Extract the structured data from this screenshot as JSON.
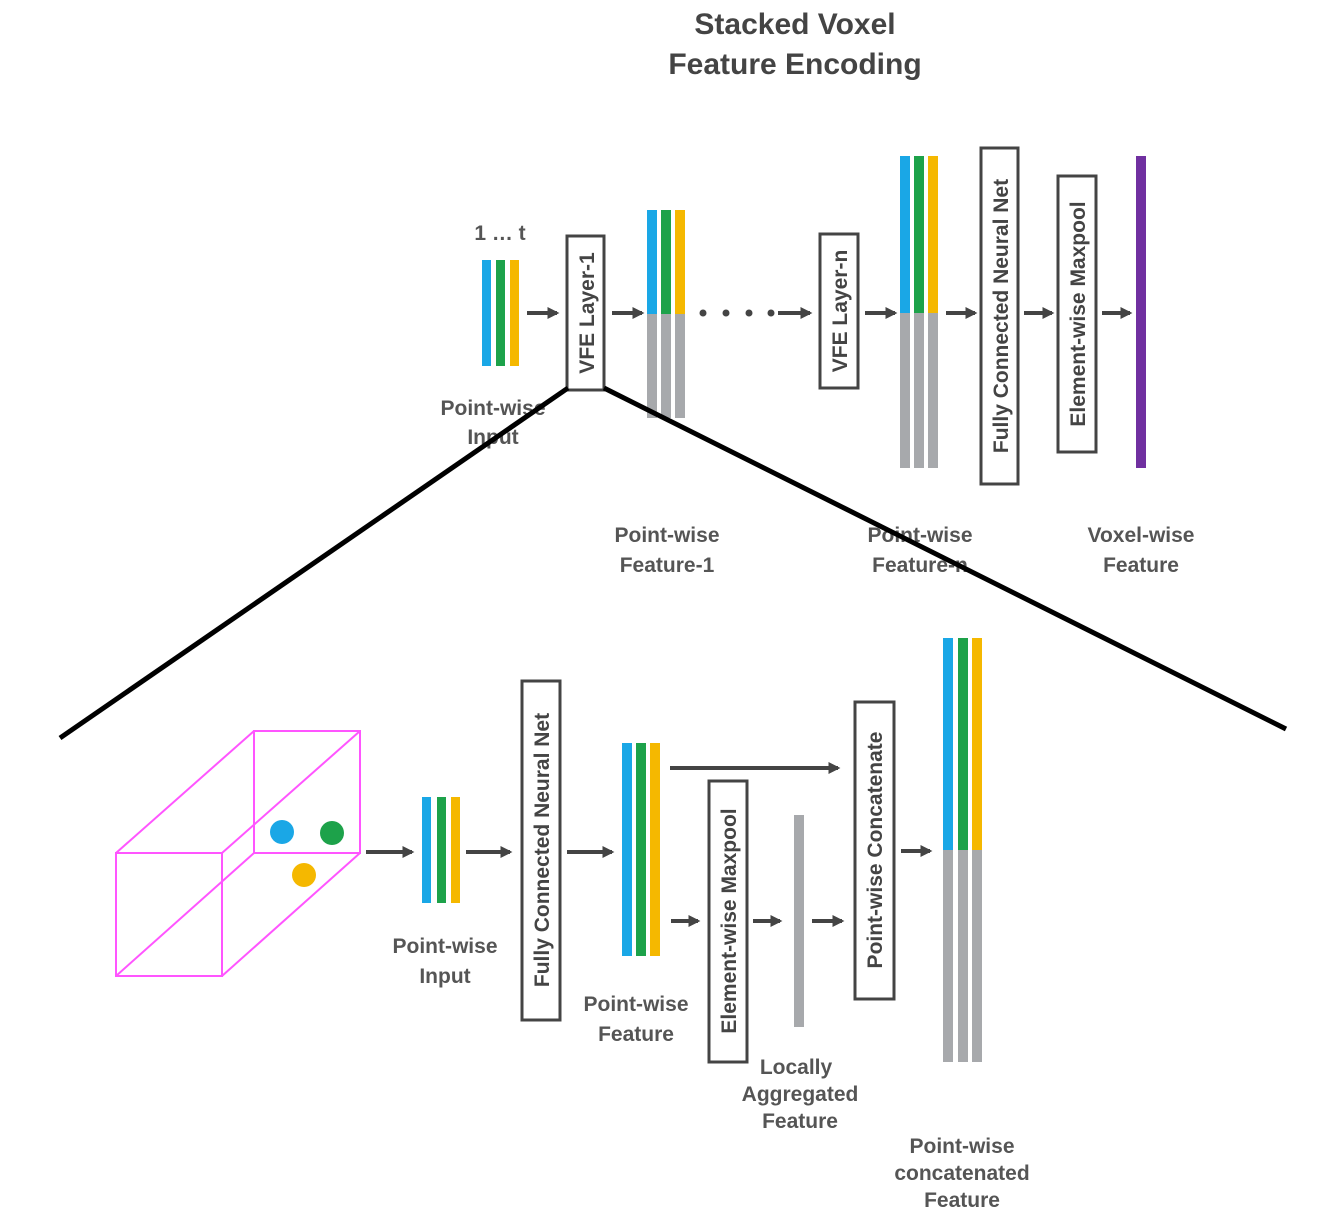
{
  "title": {
    "line1": "Stacked Voxel",
    "line2": "Feature Encoding"
  },
  "colors": {
    "blue": "#1aa7e6",
    "green": "#1da24a",
    "yellow": "#f5b800",
    "gray": "#a7a9ac",
    "purple": "#7030a0",
    "magenta": "#ff55ff",
    "stroke": "#444444",
    "funnel": "#000000"
  },
  "top": {
    "index_label": "1 … t",
    "pointwise_input": {
      "line1": "Point-wise",
      "line2": "Input"
    },
    "vfe_layer_1": "VFE Layer-1",
    "vfe_layer_n": "VFE Layer-n",
    "fc_net": "Fully Connected Neural Net",
    "maxpool": "Element-wise Maxpool",
    "feature_1": {
      "line1": "Point-wise",
      "line2": "Feature-1"
    },
    "feature_n": {
      "line1": "Point-wise",
      "line2": "Feature-n"
    },
    "voxel_feature": {
      "line1": "Voxel-wise",
      "line2": "Feature"
    }
  },
  "bottom": {
    "pointwise_input": {
      "line1": "Point-wise",
      "line2": "Input"
    },
    "fc_net": "Fully Connected Neural Net",
    "pointwise_feature": {
      "line1": "Point-wise",
      "line2": "Feature"
    },
    "maxpool": "Element-wise Maxpool",
    "locally_aggregated": {
      "line1": "Locally",
      "line2": "Aggregated",
      "line3": "Feature"
    },
    "concatenate": "Point-wise Concatenate",
    "concatenated_feature": {
      "line1": "Point-wise",
      "line2": "concatenated",
      "line3": "Feature"
    }
  }
}
